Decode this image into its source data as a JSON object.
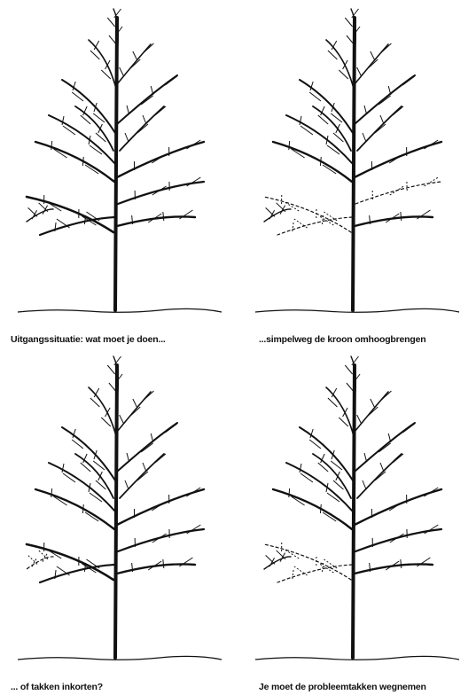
{
  "panels": [
    {
      "caption": "Uitgangssituatie: wat moet je doen...",
      "dashed": []
    },
    {
      "caption": "...simpelweg de kroon omhoogbrengen",
      "dashed": [
        "low-left",
        "low-left-2",
        "mid-right-lower"
      ]
    },
    {
      "caption": "... of takken inkorten?",
      "dashed": [
        "low-left-tips"
      ]
    },
    {
      "caption": "Je moet de probleemtakken wegnemen",
      "dashed": [
        "low-left",
        "low-left-2"
      ]
    }
  ],
  "colors": {
    "ink": "#111111",
    "paper": "#ffffff"
  }
}
